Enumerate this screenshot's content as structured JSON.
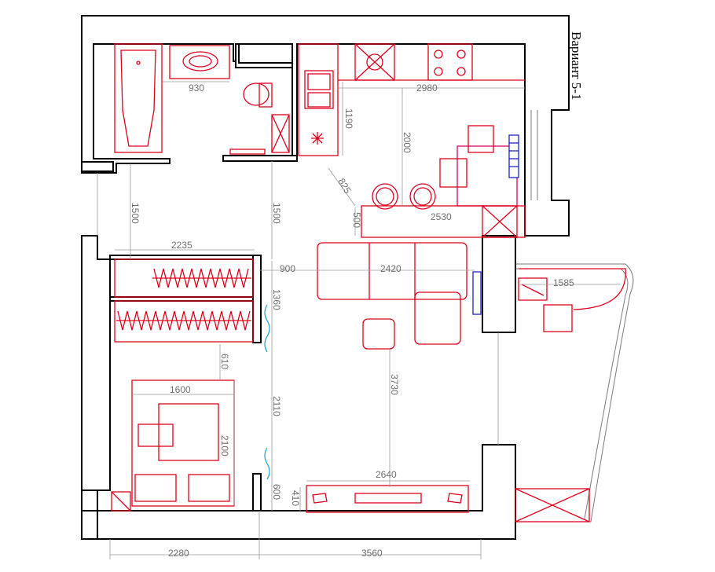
{
  "title": "Вариант 5-1",
  "dimensions": {
    "bath_sink_width": "930",
    "kitchen_width": "2980",
    "kitchen_counter_depth": "1190",
    "kitchen_table_depth": "2000",
    "kitchen_diag": "825",
    "hall_left": "1500",
    "hall_center": "1500",
    "kitchen_step": "500",
    "kitchen_counter_len": "2530",
    "wardrobe_width": "2235",
    "wardrobe_gap": "900",
    "living_width": "2420",
    "balcony_width": "1585",
    "wardrobe_depth": "1360",
    "bed_gap": "610",
    "living_depth": "3730",
    "bed_width": "1600",
    "bed_length": "2100",
    "bedroom_depth": "2110",
    "tv_width": "2640",
    "tv_depth": "410",
    "bedroom_bottom": "600",
    "bedroom_total": "2280",
    "living_total": "3560"
  }
}
